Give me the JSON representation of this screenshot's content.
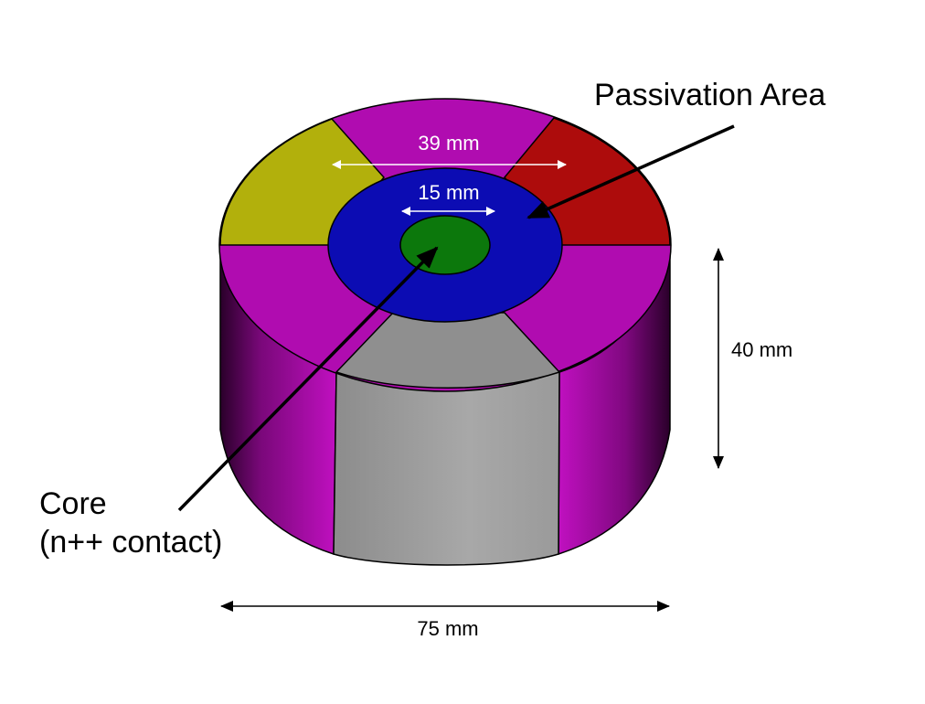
{
  "labels": {
    "passivation": "Passivation Area",
    "core_line1": "Core",
    "core_line2": "(n++ contact)",
    "dim_outer_top": "39 mm",
    "dim_inner_top": "15 mm",
    "dim_height": "40 mm",
    "dim_diameter": "75 mm"
  },
  "colors": {
    "segment_magenta": "#b00cb0",
    "segment_yellow": "#b2b00c",
    "segment_red": "#ad0c0c",
    "passivation_blue": "#0c0cb3",
    "core_green": "#0c780c",
    "gray_segment": "#999999",
    "arrow_white": "#ffffff",
    "arrow_black": "#000000"
  }
}
